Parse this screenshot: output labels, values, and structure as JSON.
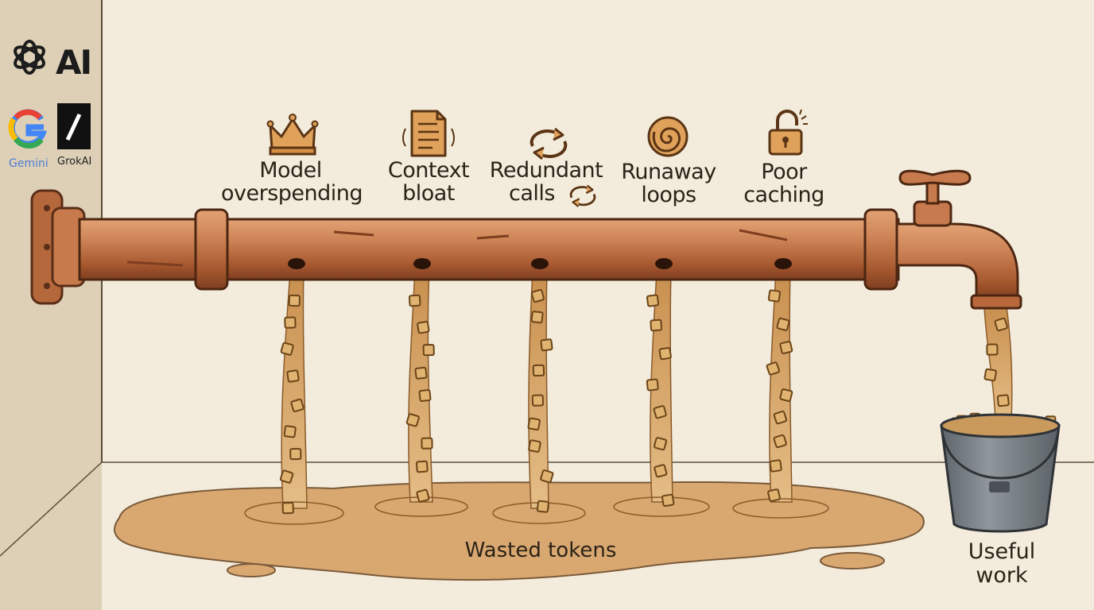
{
  "logos": {
    "anthropic_text": "AI",
    "gemini_text": "Gemini",
    "grok_text": "GrokAI"
  },
  "leaks": [
    {
      "line1": "Model",
      "line2": "overspending",
      "icon": "crown-icon"
    },
    {
      "line1": "Context",
      "line2": "bloat",
      "icon": "document-icon"
    },
    {
      "line1": "Redundant",
      "line2": "calls",
      "icon": "cycle-arrows-icon"
    },
    {
      "line1": "Runaway",
      "line2": "loops",
      "icon": "spiral-icon"
    },
    {
      "line1": "Poor",
      "line2": "caching",
      "icon": "unlocked-padlock-icon"
    }
  ],
  "puddle_label": "Wasted tokens",
  "bucket_label": {
    "line1": "Useful",
    "line2": "work"
  },
  "colors": {
    "background": "#f3ecdc",
    "wall": "#ddd0b6",
    "pipe": "#c67a4d",
    "puddle": "#d9a870",
    "token": "#e0b470",
    "bucket": "#7d8489"
  }
}
